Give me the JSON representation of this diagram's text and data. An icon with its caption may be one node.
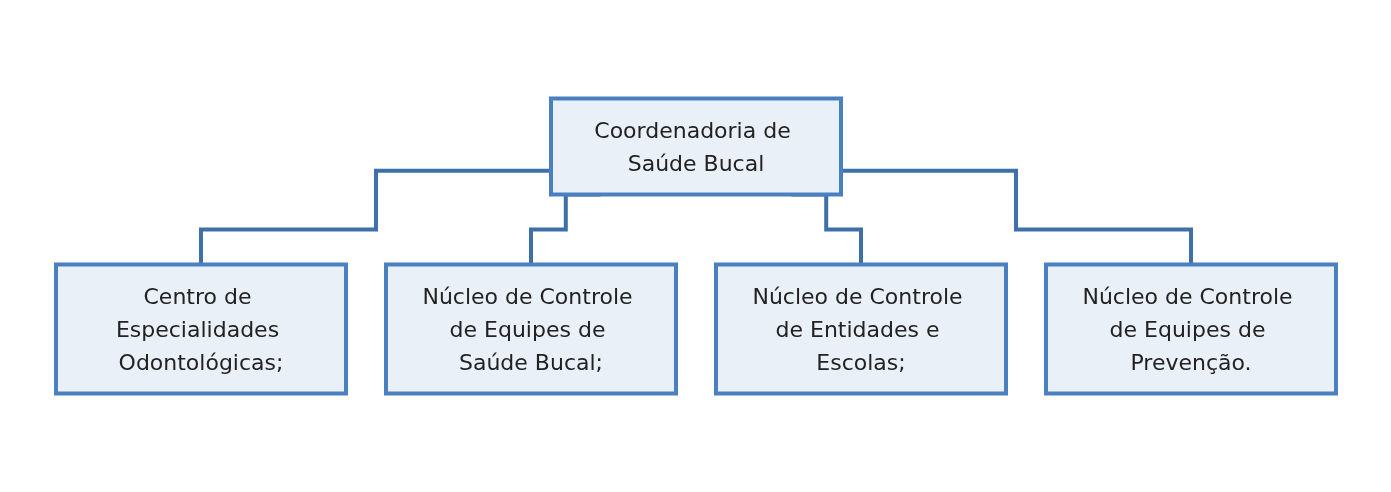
{
  "diagram": {
    "nodes": [
      {
        "text": [
          "Coordenadoria de Saúde Bucal"
        ]
      },
      {
        "text": [
          "Centro de Especialidades Odontológicas;"
        ]
      },
      {
        "text": [
          "Núcleo de Controle de Equipes de Saúde Bucal;"
        ]
      },
      {
        "text": [
          "Núcleo de Controle de Entidades e Escolas;"
        ]
      },
      {
        "text": [
          "Núcleo de Controle de Equipes de Prevenção."
        ]
      }
    ],
    "edges": [
      {
        "from": 0,
        "to": 1,
        "arrow": "none"
      },
      {
        "from": 0,
        "to": 2,
        "arrow": "none"
      },
      {
        "from": 0,
        "to": 3,
        "arrow": "none"
      },
      {
        "from": 0,
        "to": 4,
        "arrow": "none"
      }
    ]
  }
}
